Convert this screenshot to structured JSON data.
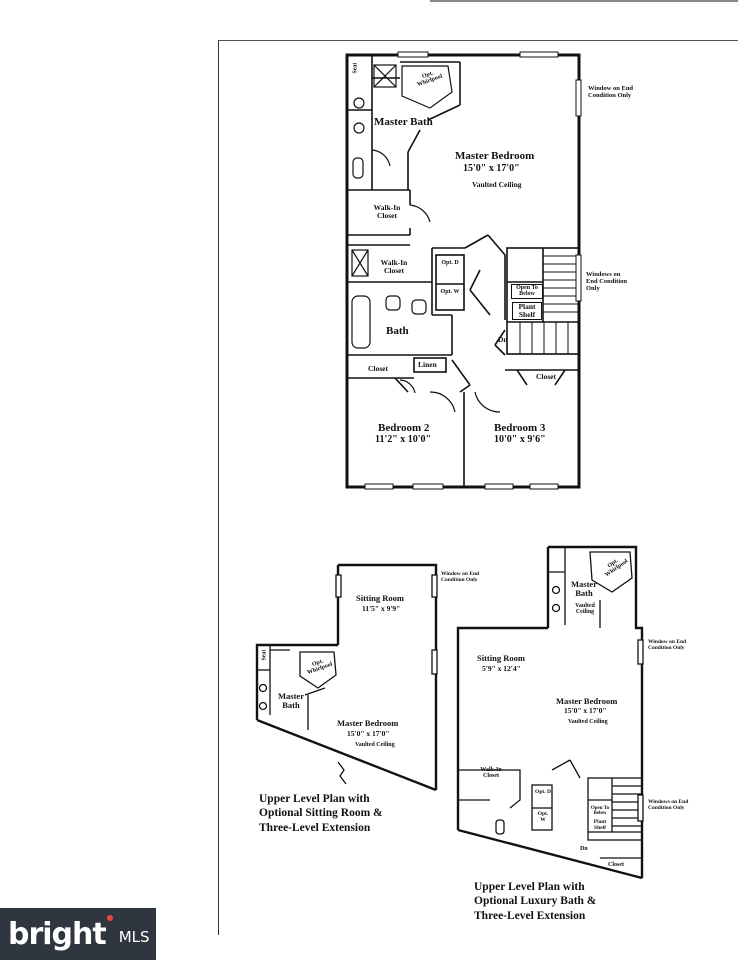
{
  "main_plan": {
    "rooms": [
      {
        "id": "master-bedroom",
        "name": "Master Bedroom",
        "dims": "15'0\" x 17'0\"",
        "note": "Vaulted Ceiling"
      },
      {
        "id": "master-bath",
        "name": "Master Bath",
        "dims": "",
        "note": ""
      },
      {
        "id": "walk-in-closet-1",
        "name": "Walk-In Closet",
        "dims": "",
        "note": ""
      },
      {
        "id": "walk-in-closet-2",
        "name": "Walk-In Closet",
        "dims": "",
        "note": ""
      },
      {
        "id": "bath",
        "name": "Bath",
        "dims": "",
        "note": ""
      },
      {
        "id": "bedroom-2",
        "name": "Bedroom 2",
        "dims": "11'2\" x 10'0\"",
        "note": ""
      },
      {
        "id": "bedroom-3",
        "name": "Bedroom 3",
        "dims": "10'0\" x 9'6\"",
        "note": ""
      }
    ],
    "small_labels": {
      "seat": "Seat",
      "whirlpool": "Opt. Whirlpool",
      "opt_d": "Opt. D",
      "opt_w": "Opt. W",
      "open_to_below": "Open To Below",
      "plant_shelf": "Plant Shelf",
      "dn": "Dn",
      "closet_left": "Closet",
      "closet_right": "Closet",
      "linen": "Linen"
    },
    "window_notes": [
      "Window on End Condition Only",
      "Windows on End Condition Only"
    ]
  },
  "left_plan": {
    "rooms": [
      {
        "name": "Sitting Room",
        "dims": "11'5\" x 9'9\""
      },
      {
        "name": "Master Bath",
        "dims": ""
      },
      {
        "name": "Master Bedroom",
        "dims": "15'0\" x 17'0\"",
        "note": "Vaulted Ceiling"
      }
    ],
    "small_labels": {
      "seat": "Seat",
      "whirlpool": "Opt. Whirlpool"
    },
    "window_note": "Window on End Condition Only",
    "caption": [
      "Upper Level Plan with",
      "Optional Sitting Room &",
      "Three-Level Extension"
    ]
  },
  "right_plan": {
    "rooms": [
      {
        "name": "Master Bath",
        "dims": "",
        "note": "Vaulted Ceiling"
      },
      {
        "name": "Sitting Room",
        "dims": "5'9\" x 12'4\""
      },
      {
        "name": "Master Bedroom",
        "dims": "15'0\" x 17'0\"",
        "note": "Vaulted Ceiling"
      },
      {
        "name": "Walk-In Closet",
        "dims": ""
      }
    ],
    "small_labels": {
      "whirlpool": "Opt. Whirlpool",
      "opt_d": "Opt. D",
      "opt_w": "Opt. W",
      "open_to_below": "Open To Below",
      "plant_shelf": "Plant Shelf",
      "dn": "Dn",
      "closet": "Closet"
    },
    "window_notes": [
      "Window on End Condition Only",
      "Windows on End Condition Only"
    ],
    "caption": [
      "Upper Level Plan with",
      "Optional Luxury Bath &",
      "Three-Level Extension"
    ]
  },
  "logo": {
    "word": "bright",
    "suffix": "MLS"
  }
}
